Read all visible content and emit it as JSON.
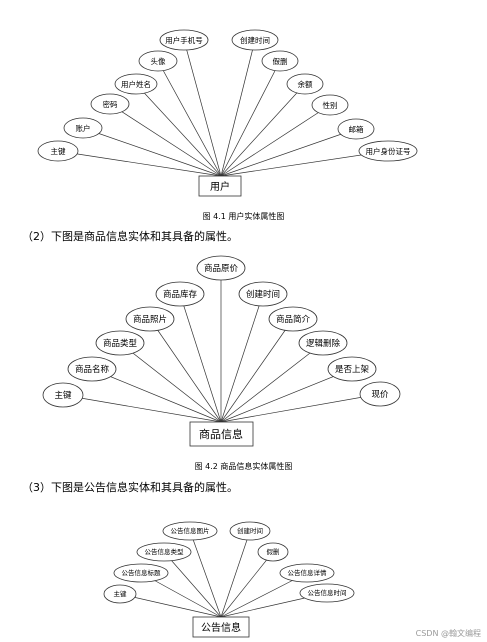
{
  "diagram1": {
    "entity": "用户",
    "attributes": [
      "主键",
      "账户",
      "密码",
      "用户姓名",
      "头像",
      "用户手机号",
      "创建时间",
      "假删",
      "余额",
      "性别",
      "邮箱",
      "用户身份证号"
    ],
    "caption": "图 4.1 用户实体属性图"
  },
  "text2": "（2）下图是商品信息实体和其具备的属性。",
  "diagram2": {
    "entity": "商品信息",
    "attributes": [
      "主键",
      "商品名称",
      "商品类型",
      "商品照片",
      "商品库存",
      "商品原价",
      "创建时间",
      "商品简介",
      "逻辑删除",
      "是否上架",
      "现价"
    ],
    "caption": "图 4.2 商品信息实体属性图"
  },
  "text3": "（3）下图是公告信息实体和其具备的属性。",
  "diagram3": {
    "entity": "公告信息",
    "attributes": [
      "主键",
      "公告信息标题",
      "公告信息类型",
      "公告信息图片",
      "创建时间",
      "假删",
      "公告信息详情",
      "公告信息时间"
    ]
  },
  "watermark": "CSDN @翰文编程"
}
